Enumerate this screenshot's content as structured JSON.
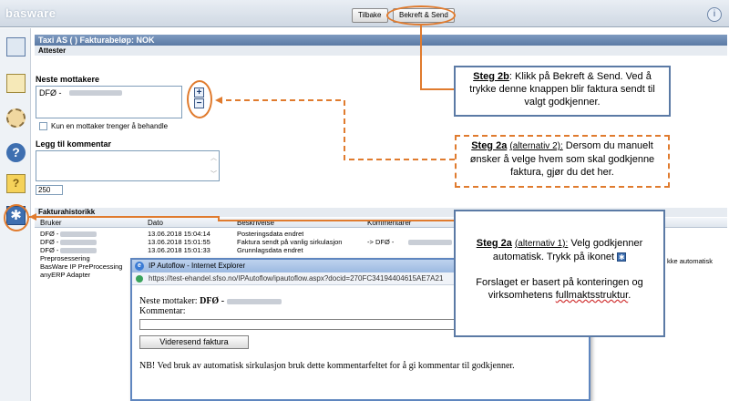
{
  "topbar": {
    "logo": "basware",
    "back_label": "Tilbake",
    "confirm_send_label": "Bekreft & Send"
  },
  "invoice": {
    "header": "Taxi AS (                 ) Fakturabeløp:              NOK",
    "section": "Attester"
  },
  "recipients": {
    "title": "Neste mottakere",
    "value": "DFØ -",
    "checkbox_label": "Kun en mottaker trenger å behandle"
  },
  "comment": {
    "title": "Legg til kommentar",
    "counter": "250"
  },
  "history": {
    "title": "Fakturahistorikk",
    "columns": [
      "Bruker",
      "Dato",
      "Beskrivelse",
      "Kommentarer"
    ],
    "rows": [
      {
        "user": "DFØ -",
        "date": "13.06.2018 15:04:14",
        "desc": "Posteringsdata endret",
        "comment": ""
      },
      {
        "user": "DFØ -",
        "date": "13.06.2018 15:01:55",
        "desc": "Faktura sendt på vanlig sirkulasjon",
        "comment": "-> DFØ -"
      },
      {
        "user": "DFØ -",
        "date": "13.06.2018 15:01:33",
        "desc": "Grunnlagsdata endret",
        "comment": ""
      },
      {
        "user": "Preprosessering",
        "date": "",
        "desc": "",
        "comment": ""
      },
      {
        "user": "BasWare IP PreProcessing",
        "date": "",
        "desc": "",
        "comment": ""
      },
      {
        "user": "anyERP Adapter",
        "date": "",
        "desc": "",
        "comment": ""
      }
    ],
    "trailing_fragment": "kke automatisk"
  },
  "popup": {
    "title": "IP Autoflow - Internet Explorer",
    "url": "https://test-ehandel.sfso.no/IPAutoflow/ipautoflow.aspx?docid=270FC34194404615AE7A21",
    "next_recipient_label": "Neste mottaker:",
    "next_recipient_value": "DFØ -",
    "comment_label": "Kommentar:",
    "forward_button": "Videresend faktura",
    "note": "NB! Ved bruk av automatisk sirkulasjon bruk dette kommentarfeltet for å gi kommentar til godkjenner."
  },
  "callouts": {
    "step2b_title": "Steg 2b",
    "step2b_text": ": Klikk på Bekreft & Send. Ved å trykke denne knappen blir faktura sendt til valgt godkjenner.",
    "step2a2_title": "Steg 2a",
    "step2a2_sub": "(alternativ 2):",
    "step2a2_text": " Dersom du manuelt ønsker å velge hvem som skal godkjenne faktura, gjør du det her.",
    "step2a1_title": "Steg 2a",
    "step2a1_sub": "(alternativ 1):",
    "step2a1_text": " Velg godkjenner automatisk. Trykk på ikonet",
    "step2a1_text2": "Forslaget er basert på konteringen og virksomhetens",
    "step2a1_link": "fullmaktsstruktur",
    "step2a1_end": "."
  },
  "colors": {
    "accent_orange": "#e07b2e",
    "frame_blue": "#5b7aa5"
  }
}
